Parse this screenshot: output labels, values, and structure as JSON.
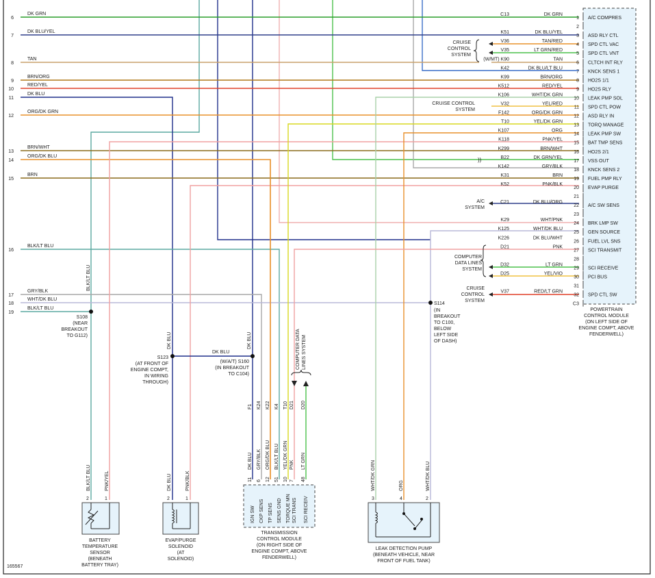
{
  "figure_id": "165567",
  "pcm": {
    "title_lines": [
      "POWERTRAIN",
      "CONTROL MODULE",
      "(ON LEFT SIDE OF",
      "ENGINE COMPT, ABOVE",
      "FENDERWELL)"
    ],
    "pins": [
      {
        "n": "1",
        "label": "A/C COMPRES"
      },
      {
        "n": "2",
        "label": ""
      },
      {
        "n": "3",
        "label": "ASD RLY CTL"
      },
      {
        "n": "4",
        "label": "SPD CTL VAC"
      },
      {
        "n": "5",
        "label": "SPD CTL VNT"
      },
      {
        "n": "6",
        "label": "CLTCH INT RLY"
      },
      {
        "n": "7",
        "label": "KNCK SENS 1"
      },
      {
        "n": "8",
        "label": "HO2S 1/1"
      },
      {
        "n": "9",
        "label": "HO2S RLY"
      },
      {
        "n": "10",
        "label": "LEAK PMP SOL"
      },
      {
        "n": "11",
        "label": "SPD CTL POW"
      },
      {
        "n": "12",
        "label": "ASD RLY IN"
      },
      {
        "n": "13",
        "label": "TORQ MANAGE"
      },
      {
        "n": "14",
        "label": "LEAK PMP SW"
      },
      {
        "n": "15",
        "label": "BAT TMP SENS"
      },
      {
        "n": "16",
        "label": "HO2S 2/1"
      },
      {
        "n": "17",
        "label": "VSS OUT"
      },
      {
        "n": "18",
        "label": "KNCK SENS 2"
      },
      {
        "n": "19",
        "label": "FUEL PMP RLY"
      },
      {
        "n": "20",
        "label": "EVAP PURGE"
      },
      {
        "n": "21",
        "label": ""
      },
      {
        "n": "22",
        "label": "A/C SW SENS"
      },
      {
        "n": "23",
        "label": ""
      },
      {
        "n": "24",
        "label": "BRK LMP SW"
      },
      {
        "n": "25",
        "label": "GEN SOURCE"
      },
      {
        "n": "26",
        "label": "FUEL LVL SNS"
      },
      {
        "n": "27",
        "label": "SCI TRANSMIT"
      },
      {
        "n": "28",
        "label": ""
      },
      {
        "n": "29",
        "label": "SCI RECEIVE"
      },
      {
        "n": "30",
        "label": "PCI BUS"
      },
      {
        "n": "31",
        "label": ""
      },
      {
        "n": "32",
        "label": "SPD CTL SW"
      },
      {
        "n": "C3",
        "label": ""
      }
    ]
  },
  "circuits": [
    {
      "code": "C13",
      "color": "DK GRN"
    },
    {
      "code": "",
      "color": ""
    },
    {
      "code": "K51",
      "color": "DK BLU/YEL"
    },
    {
      "code": "V36",
      "color": "TAN/RED"
    },
    {
      "code": "V35",
      "color": "LT GRN/RED"
    },
    {
      "code": "(W/MT)   K90",
      "color": "TAN"
    },
    {
      "code": "K42",
      "color": "DK BLU/LT BLU"
    },
    {
      "code": "K99",
      "color": "BRN/ORG"
    },
    {
      "code": "K512",
      "color": "RED/YEL"
    },
    {
      "code": "K106",
      "color": "WHT/DK GRN"
    },
    {
      "code": "V32",
      "color": "YEL/RED"
    },
    {
      "code": "F142",
      "color": "ORG/DK GRN"
    },
    {
      "code": "T10",
      "color": "YEL/DK GRN"
    },
    {
      "code": "K107",
      "color": "ORG"
    },
    {
      "code": "K118",
      "color": "PNK/YEL"
    },
    {
      "code": "K299",
      "color": "BRN/WHT"
    },
    {
      "code": "B22",
      "color": "DK GRN/YEL"
    },
    {
      "code": "K142",
      "color": "GRY/BLK"
    },
    {
      "code": "K31",
      "color": "BRN"
    },
    {
      "code": "K52",
      "color": "PNK/BLK"
    },
    {
      "code": "",
      "color": ""
    },
    {
      "code": "C21",
      "color": "DK BLU/ORG"
    },
    {
      "code": "",
      "color": ""
    },
    {
      "code": "K29",
      "color": "WHT/PNK"
    },
    {
      "code": "K125",
      "color": "WHT/DK BLU"
    },
    {
      "code": "K226",
      "color": "DK BLU/WHT"
    },
    {
      "code": "D21",
      "color": "PNK"
    },
    {
      "code": "",
      "color": ""
    },
    {
      "code": "D32",
      "color": "LT GRN"
    },
    {
      "code": "D25",
      "color": "YEL/VIO"
    },
    {
      "code": "",
      "color": ""
    },
    {
      "code": "V37",
      "color": "RED/LT GRN"
    },
    {
      "code": "",
      "color": ""
    }
  ],
  "left_wires": [
    {
      "n": "6",
      "label": "DK GRN"
    },
    {
      "n": "7",
      "label": "DK BLU/YEL"
    },
    {
      "n": "8",
      "label": "TAN"
    },
    {
      "n": "9",
      "label": "BRN/ORG"
    },
    {
      "n": "10",
      "label": "RED/YEL"
    },
    {
      "n": "11",
      "label": "DK BLU"
    },
    {
      "n": "12",
      "label": "ORG/DK GRN"
    },
    {
      "n": "13",
      "label": "BRN/WHT"
    },
    {
      "n": "14",
      "label": "ORG/DK BLU"
    },
    {
      "n": "15",
      "label": "BRN"
    },
    {
      "n": "16",
      "label": "BLK/LT BLU"
    },
    {
      "n": "17",
      "label": "GRY/BLK"
    },
    {
      "n": "18",
      "label": "WHT/DK BLU"
    },
    {
      "n": "19",
      "label": "BLK/LT BLU"
    }
  ],
  "systems": {
    "cruise_1": [
      "CRUISE",
      "CONTROL",
      "SYSTEM"
    ],
    "cruise_2": [
      "CRUISE CONTROL",
      "SYSTEM"
    ],
    "ac": [
      "A/C",
      "SYSTEM"
    ],
    "computer": [
      "COMPUTER",
      "DATA LINES",
      "SYSTEM"
    ],
    "cruise_3": [
      "CRUISE",
      "CONTROL",
      "SYSTEM"
    ],
    "computer_data_vertical": [
      "COMPUTER DATA",
      "LINES SYSTEM"
    ]
  },
  "splices": {
    "s108": [
      "S108",
      "(NEAR",
      "BREAKOUT",
      "TO G112)"
    ],
    "s123": [
      "S123",
      "(AT FRONT OF",
      "ENGINE COMPT,",
      "IN WIRING",
      "THROUGH)"
    ],
    "s160": [
      "(W/A/T)    S160",
      "(IN BREAKOUT",
      "TO C104)"
    ],
    "s114": [
      "S114",
      "(IN",
      "BREAKOUT",
      "TO C100,",
      "BELOW",
      "LEFT SIDE",
      "OF DASH)"
    ]
  },
  "vertical_labels": {
    "blk_lt_blu_upper": "BLK/LT BLU",
    "dk_blu_1": "DK BLU",
    "dk_blu_2": "DK BLU",
    "dk_blu_mid": "DK BLU"
  },
  "tcm": {
    "title_lines": [
      "TRANSMISSION",
      "CONTROL MODULE",
      "(ON RIGHT SIDE OF",
      "ENGINE COMPT, ABOVE",
      "FENDERWELL)"
    ],
    "circuits": [
      "F1",
      "K24",
      "K22",
      "K4",
      "T10",
      "D21",
      "D20"
    ],
    "wire_colors": [
      "DK BLU",
      "GRY/BLK",
      "ORG/DK BLU",
      "BLK/LT BLU",
      "YEL/DK GRN",
      "PNK",
      "LT GRN"
    ],
    "pins": [
      "11",
      "6",
      "12",
      "51",
      "10",
      "7",
      "48"
    ],
    "pin_labels": [
      "IGN SW",
      "CKP SENS",
      "TP SENS",
      "SENS GND",
      "TORQUE MN",
      "SCI TRANS",
      "SCI RECEIV"
    ]
  },
  "battery_sensor": {
    "wire_colors": [
      "BLK/LT BLU",
      "PNK/YEL"
    ],
    "pins": [
      "2",
      "1"
    ],
    "title_lines": [
      "BATTERY",
      "TEMPERATURE",
      "SENSOR",
      "(BENEATH",
      "BATTERY TRAY)"
    ]
  },
  "evap_solenoid": {
    "wire_colors": [
      "DK BLU",
      "PNK/BLK"
    ],
    "pins": [
      "2",
      "1"
    ],
    "title_lines": [
      "EVAP/PURGE",
      "SOLENOID",
      "(AT",
      "SOLENOID)"
    ]
  },
  "leak_pump": {
    "wire_colors": [
      "WHT/DK GRN",
      "ORG",
      "WHT/DK BLU"
    ],
    "pins": [
      "3",
      "4",
      "2"
    ],
    "title_lines": [
      "LEAK DETECTION PUMP",
      "(BENEATH VEHICLE, NEAR",
      "FRONT OF FUEL TANK)"
    ]
  },
  "wire_colors_hex": {
    "dk_grn": "#2a9d2a",
    "dk_blu": "#1f2f8a",
    "tan": "#c8a16a",
    "brn": "#8a6a1a",
    "orange": "#f08a2a",
    "red": "#e0402a",
    "pink": "#f0a0a0",
    "teal": "#5aa8a0",
    "grey": "#a8a8a8",
    "yellow": "#d8d820",
    "lt_grn": "#4ac04a",
    "blue": "#3c6ec8"
  }
}
